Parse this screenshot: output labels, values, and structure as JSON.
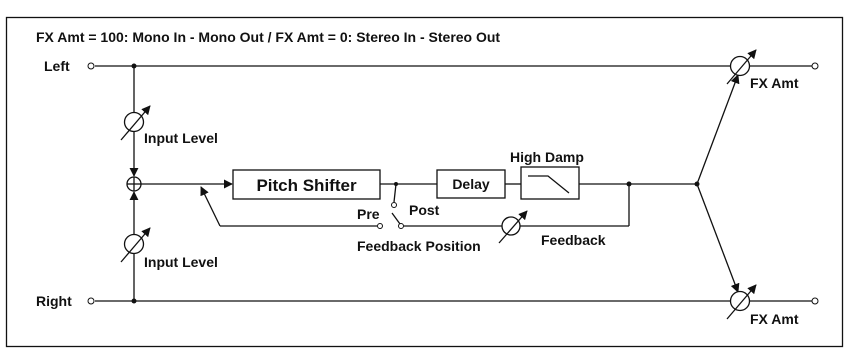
{
  "title": "FX Amt = 100: Mono In - Mono Out  /  FX Amt = 0: Stereo In - Stereo Out",
  "inputs": {
    "left": "Left",
    "right": "Right"
  },
  "labels": {
    "input_level_top": "Input Level",
    "input_level_bottom": "Input Level",
    "pitch_shifter": "Pitch Shifter",
    "delay": "Delay",
    "high_damp": "High Damp",
    "pre": "Pre",
    "post": "Post",
    "feedback_position": "Feedback Position",
    "feedback": "Feedback",
    "fx_amt_top": "FX Amt",
    "fx_amt_bottom": "FX Amt"
  }
}
